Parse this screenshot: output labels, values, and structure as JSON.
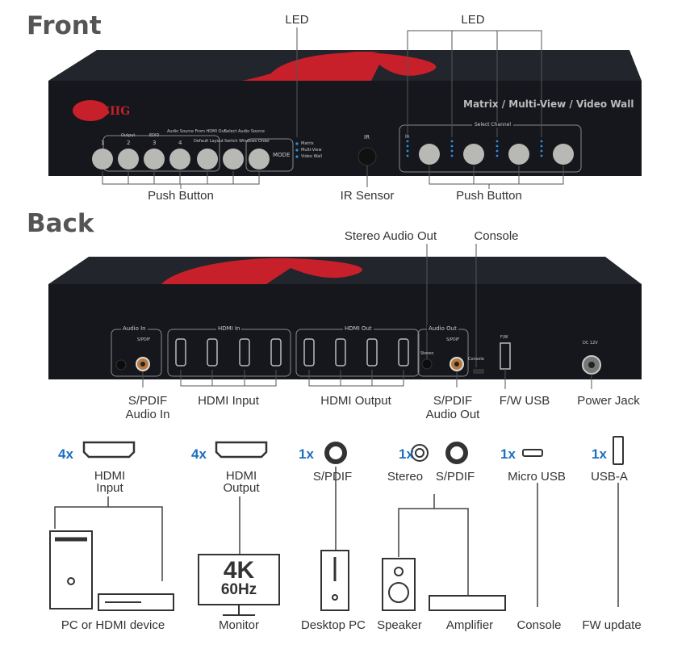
{
  "front": {
    "heading": "Front",
    "led_left": "LED",
    "led_right": "LED",
    "brand": "SIIG",
    "tagline": "Matrix / Multi-View / Video Wall",
    "buttons": [
      "1",
      "2",
      "3",
      "4"
    ],
    "labels_small": {
      "output": "Output",
      "edid": "EDID",
      "audio_src_hdmi": "Audio Source From HDMI Out",
      "default_layout": "Default Layout",
      "select_audio": "Select Audio Source",
      "switch_windows": "Switch Windows Order",
      "mode": "MODE",
      "ir": "IR",
      "select_channel": "Select Channel",
      "in": "In"
    },
    "modes": [
      "Matrix",
      "Multi-View",
      "Video Wall"
    ],
    "callouts": {
      "push_left": "Push Button",
      "ir_sensor": "IR Sensor",
      "push_right": "Push Button"
    }
  },
  "back": {
    "heading": "Back",
    "callouts_top": {
      "stereo_out": "Stereo Audio Out",
      "console": "Console"
    },
    "panel": {
      "audio_in": "Audio In",
      "spdif": "S/PDIF",
      "hdmi_in": "HDMI In",
      "hdmi_out": "HDMI Out",
      "audio_out": "Audio Out",
      "stereo": "Stereo",
      "console": "Console",
      "fw": "F/W",
      "dc": "DC 12V"
    },
    "callouts_bottom": {
      "spdif_in_1": "S/PDIF",
      "spdif_in_2": "Audio In",
      "hdmi_input": "HDMI Input",
      "hdmi_output": "HDMI Output",
      "spdif_out_1": "S/PDIF",
      "spdif_out_2": "Audio Out",
      "fw_usb": "F/W USB",
      "power": "Power Jack"
    }
  },
  "connections": [
    {
      "qty": "4x",
      "label1": "HDMI",
      "label2": "Input",
      "device": "PC or HDMI device"
    },
    {
      "qty": "4x",
      "label1": "HDMI",
      "label2": "Output",
      "device": "Monitor",
      "screen1": "4K",
      "screen2": "60Hz"
    },
    {
      "qty": "1x",
      "label1": "S/PDIF",
      "device": "Desktop PC"
    },
    {
      "qty": "1x",
      "label1": "Stereo",
      "label2": "S/PDIF",
      "device": "Speaker",
      "device2": "Amplifier"
    },
    {
      "qty": "1x",
      "label1": "Micro USB",
      "device": "Console"
    },
    {
      "qty": "1x",
      "label1": "USB-A",
      "device": "FW update"
    }
  ],
  "colors": {
    "accent": "#1d6fbf",
    "device": "#15171c",
    "red": "#c8202a"
  }
}
